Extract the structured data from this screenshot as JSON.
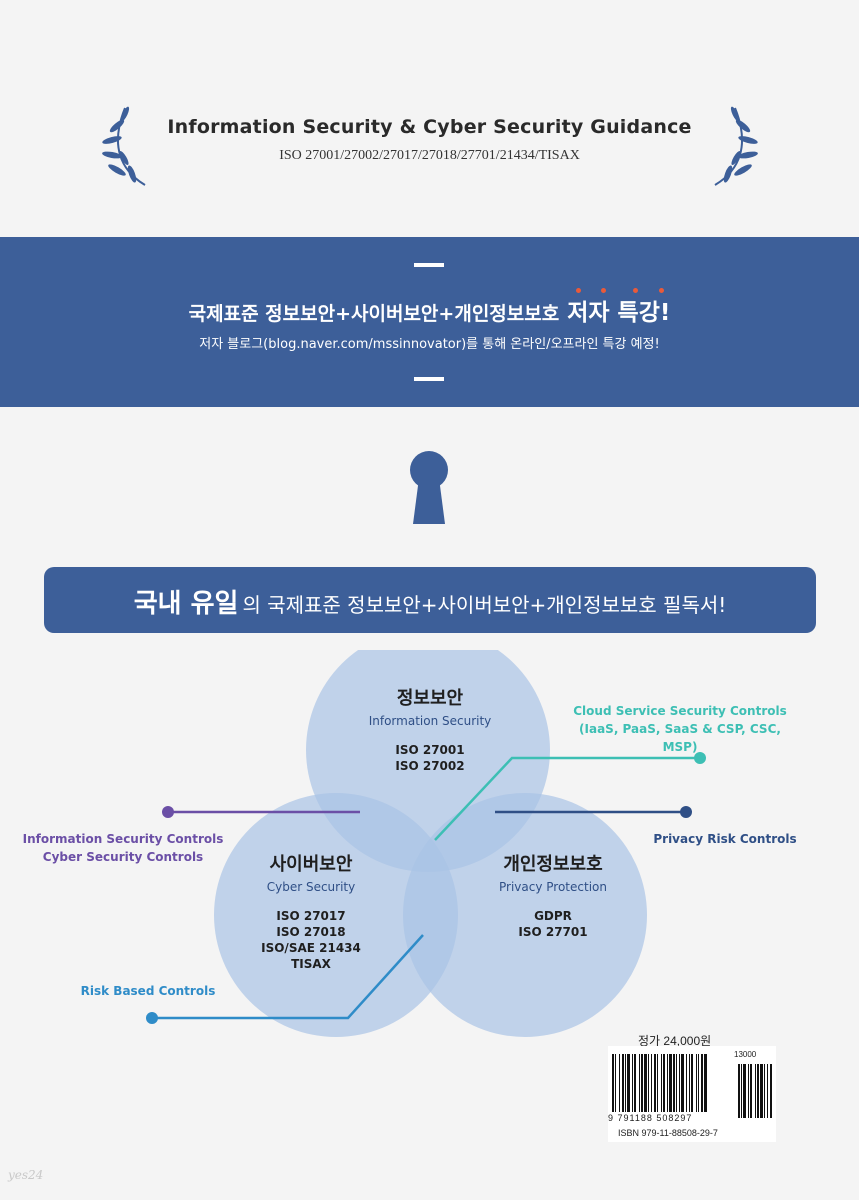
{
  "header": {
    "title": "Information Security & Cyber Security Guidance",
    "subtitle": "ISO 27001/27002/27017/27018/27701/21434/TISAX"
  },
  "banner": {
    "headline": "국제표준 정보보안+사이버보안+개인정보보호",
    "highlight": "저자 특강!",
    "subtext": "저자 블로그(blog.naver.com/mssinnovator)를 통해 온라인/오프라인 특강  예정!"
  },
  "pill": {
    "strong": "국내 유일",
    "rest": "의 국제표준 정보보안+사이버보안+개인정보보호 필독서!"
  },
  "venn": {
    "top": {
      "title": "정보보안",
      "en": "Information Security",
      "standards": [
        "ISO 27001",
        "ISO 27002"
      ]
    },
    "left": {
      "title": "사이버보안",
      "en": "Cyber Security",
      "standards": [
        "ISO 27017",
        "ISO 27018",
        "ISO/SAE 21434",
        "TISAX"
      ]
    },
    "right": {
      "title": "개인정보보호",
      "en": "Privacy Protection",
      "standards": [
        "GDPR",
        "ISO 27701"
      ]
    }
  },
  "callouts": {
    "cloud": [
      "Cloud Service Security Controls",
      "(IaaS, PaaS, SaaS & CSP, CSC, MSP)"
    ],
    "infosec": [
      "Information Security Controls",
      "Cyber Security Controls"
    ],
    "privacy": [
      "Privacy Risk Controls"
    ],
    "risk": [
      "Risk Based Controls"
    ]
  },
  "colors": {
    "banner": "#3d5f99",
    "circle": "#a9c3e6",
    "cloud": "#3dbfb4",
    "infosec": "#6b4fa6",
    "privacy": "#2f4f86",
    "risk": "#2f8cc8"
  },
  "barcode": {
    "price": "정가 24,000원",
    "addon": "13000",
    "digits": "9 791188 508297",
    "isbn": "ISBN 979-11-88508-29-7"
  },
  "watermark": "yes24"
}
